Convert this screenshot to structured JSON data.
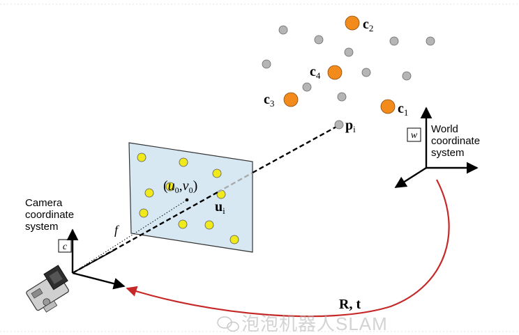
{
  "diagram": {
    "colors": {
      "background": "#ffffff",
      "plane_fill": "#d7e8f2",
      "plane_stroke": "#333333",
      "point_gray": "#b5b5b5",
      "point_orange": "#f28a1c",
      "point_yellow": "#f0ea1c",
      "arrow_red": "#c62828",
      "axis": "#000000"
    },
    "camera_label": [
      "Camera",
      "coordinate",
      "system"
    ],
    "camera_frame_symbol": "c",
    "world_label": [
      "World",
      "coordinate",
      "system"
    ],
    "world_frame_symbol": "w",
    "control_points": [
      {
        "name": "c",
        "sub": "1"
      },
      {
        "name": "c",
        "sub": "2"
      },
      {
        "name": "c",
        "sub": "3"
      },
      {
        "name": "c",
        "sub": "4"
      }
    ],
    "point_label": {
      "name": "p",
      "sub": "i"
    },
    "projection_label": {
      "name": "u",
      "sub": "i"
    },
    "principal_point": {
      "u": "u",
      "u_sub": "0",
      "comma": ",",
      "v": "v",
      "v_sub": "0"
    },
    "focal_length": "f",
    "transform_label": "R, t",
    "watermark": "泡泡机器人SLAM"
  }
}
